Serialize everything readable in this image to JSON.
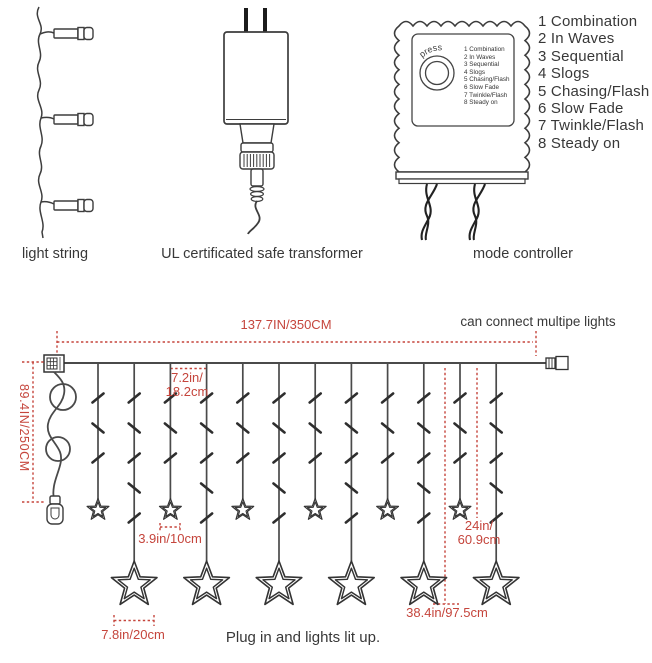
{
  "colors": {
    "accent_red": "#c5453c",
    "line_dark": "#3d3d3d",
    "text_dark": "#383838"
  },
  "top_section": {
    "light_string": {
      "caption": "light string"
    },
    "transformer": {
      "caption": "UL certificated safe transformer"
    },
    "mode_controller": {
      "caption": "mode controller",
      "button_label": "press",
      "modes": [
        "1 Combination",
        "2 In Waves",
        "3 Sequential",
        "4 Slogs",
        "5 Chasing/Flash",
        "6 Slow Fade",
        "7 Twinkle/Flash",
        "8 Steady on"
      ]
    },
    "modes_legend": [
      "1 Combination",
      "2 In Waves",
      "3 Sequential",
      "4 Slogs",
      "5 Chasing/Flash",
      "6 Slow Fade",
      "7 Twinkle/Flash",
      "8 Steady on"
    ]
  },
  "diagram": {
    "total_width": "137.7IN/350CM",
    "total_height": "89.4IN/250CM",
    "drop_spacing": [
      "7.2in/",
      "18.2cm"
    ],
    "bulb_gap": "3.9in/10cm",
    "big_star_width": "7.8in/20cm",
    "long_drop_length": "38.4in/97.5cm",
    "short_drop_length": [
      "24in/",
      "60.9cm"
    ],
    "connect_note": "can connect multipe lights",
    "bottom_note": "Plug in and lights lit up.",
    "structure": {
      "drop_count": 12,
      "small_stars": 6,
      "big_stars": 6,
      "led_rows_short": 3,
      "led_rows_long": 5
    }
  }
}
